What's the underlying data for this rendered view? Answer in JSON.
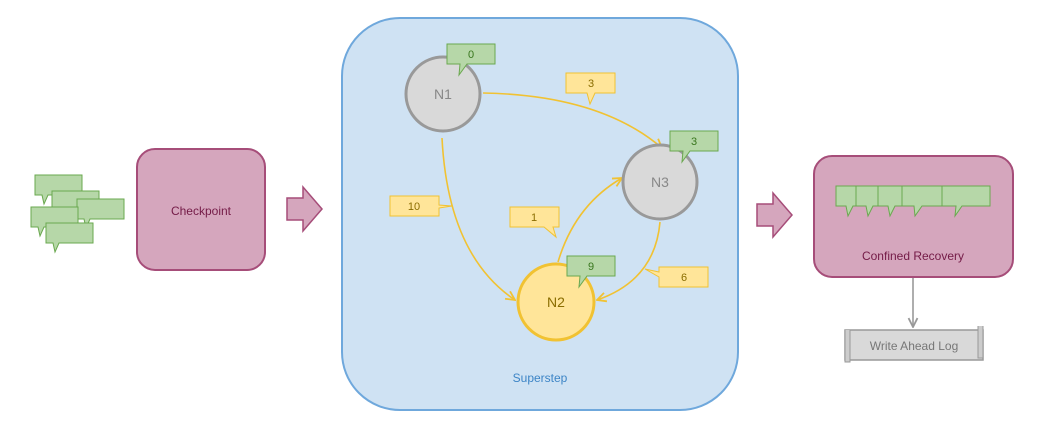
{
  "checkpoint": {
    "label": "Checkpoint"
  },
  "superstep": {
    "label": "Superstep"
  },
  "nodes": [
    {
      "id": "N1",
      "label": "N1",
      "message_count": "0",
      "state": "idle"
    },
    {
      "id": "N2",
      "label": "N2",
      "message_count": "9",
      "state": "active"
    },
    {
      "id": "N3",
      "label": "N3",
      "message_count": "3",
      "state": "idle"
    }
  ],
  "edges": [
    {
      "from": "N1",
      "to": "N3",
      "value": "3"
    },
    {
      "from": "N1",
      "to": "N2",
      "value": "10"
    },
    {
      "from": "N2",
      "to": "N3",
      "value": "1"
    },
    {
      "from": "N3",
      "to": "N2",
      "value": "6"
    }
  ],
  "recovery": {
    "label": "Confined Recovery"
  },
  "log": {
    "label": "Write Ahead Log"
  },
  "colors": {
    "pink_fill": "#d5a6bd",
    "pink_stroke": "#a64d79",
    "blue_fill": "#cfe2f3",
    "blue_stroke": "#6fa8dc",
    "green_fill": "#b6d7a8",
    "green_stroke": "#6aa84f",
    "yellow_fill": "#ffe599",
    "yellow_stroke": "#f1c232",
    "grey_fill": "#d9d9d9",
    "grey_stroke": "#999999"
  }
}
